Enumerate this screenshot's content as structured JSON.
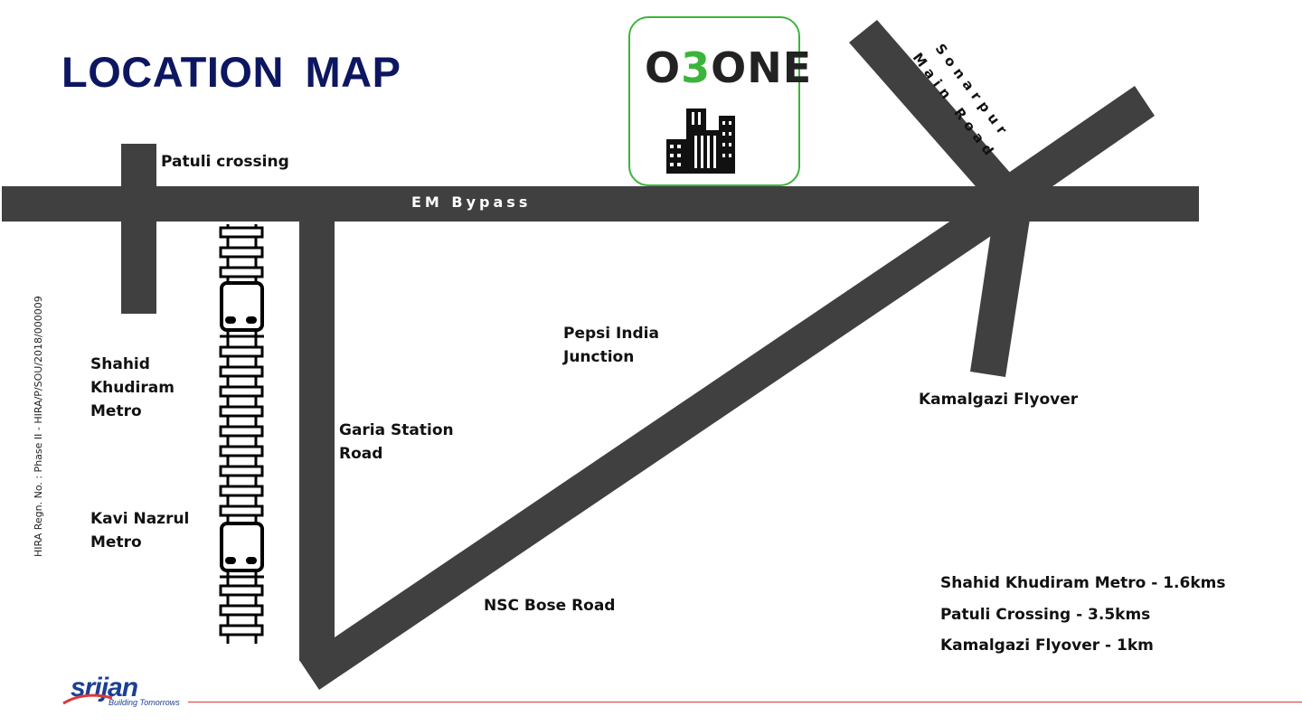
{
  "title": "LOCATION  MAP",
  "registration": "HIRA Regn. No. : Phase II - HIRA/P/SOU/2018/000009",
  "project": {
    "name_prefix": "O",
    "name_digit": "3",
    "name_suffix": "ONE",
    "icon": "city-buildings-icon",
    "accent": "#3cb43c"
  },
  "roads": {
    "em_bypass": "EM Bypass",
    "sonarpur_line1": "Sonarpur",
    "sonarpur_line2": "Main Road"
  },
  "landmarks": {
    "patuli": "Patuli crossing",
    "shahid": "Shahid\nKhudiram\nMetro",
    "kavi": "Kavi Nazrul\nMetro",
    "garia": "Garia Station\nRoad",
    "pepsi": "Pepsi India\nJunction",
    "kamalgazi": "Kamalgazi Flyover",
    "nsc": "NSC Bose Road"
  },
  "distances": [
    "Shahid Khudiram Metro - 1.6kms",
    "Patuli Crossing - 3.5kms",
    "Kamalgazi Flyover - 1km"
  ],
  "brand": {
    "name": "srijan",
    "tagline": "Building Tomorrows",
    "color": "#1b3f93",
    "line_color": "#d9393e"
  },
  "colors": {
    "road": "#404040",
    "title": "#0d1660"
  }
}
